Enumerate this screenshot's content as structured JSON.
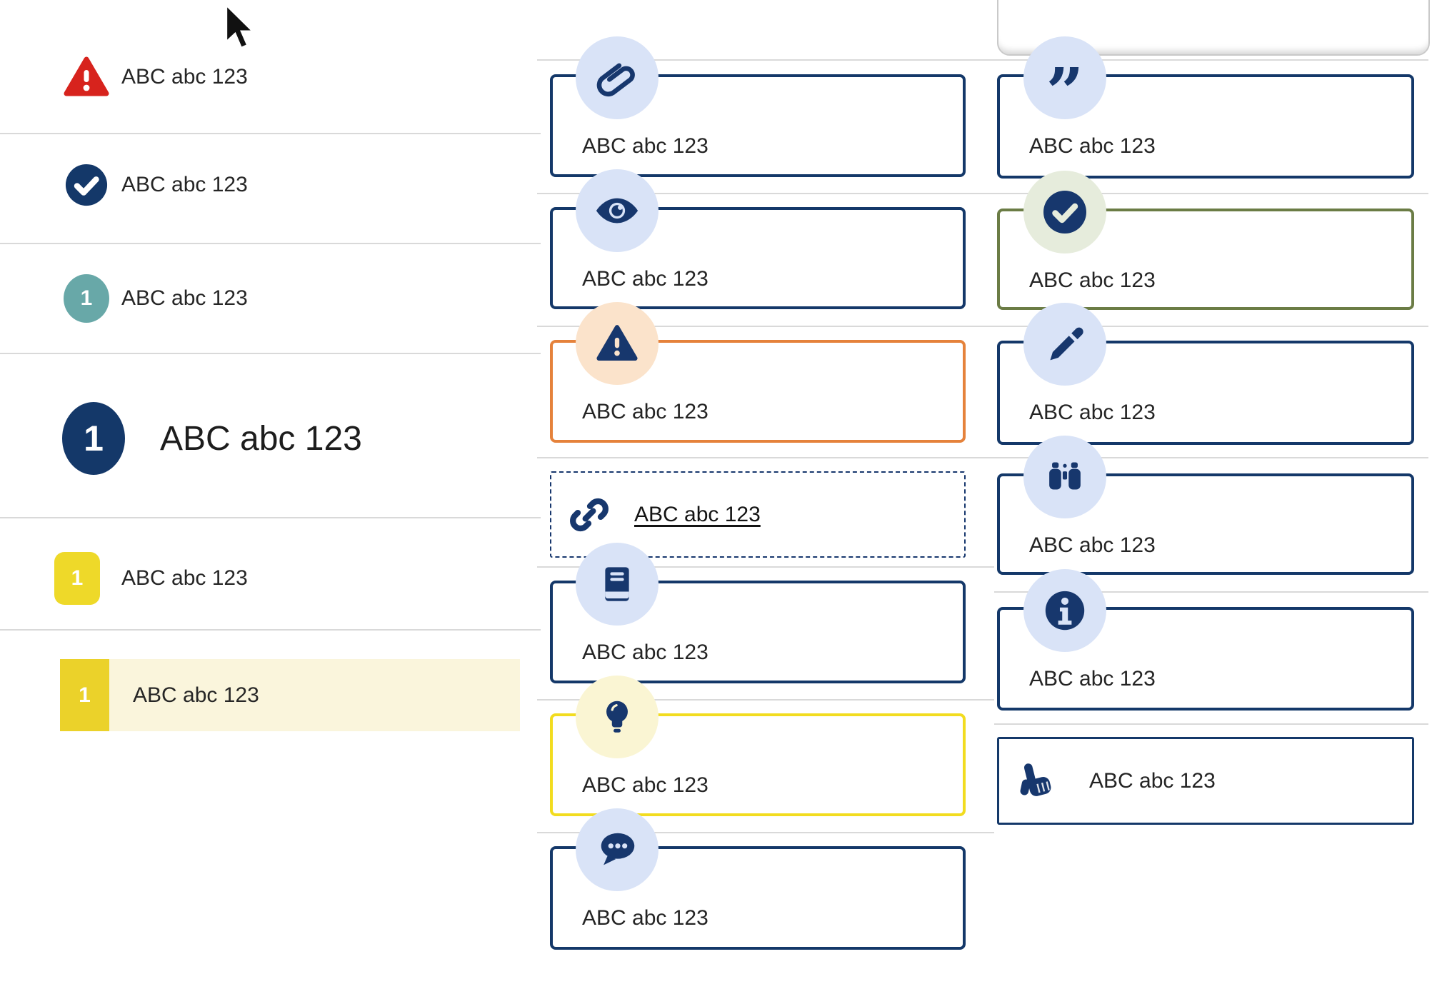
{
  "glyphs": {
    "closing_quotes": "”"
  },
  "colors": {
    "navy": "#143869",
    "icon_navy": "#17376d",
    "orange_border": "#e5823b",
    "yellow_border": "#f2dc1f",
    "olive_border": "#6b7c45",
    "red": "#d7231d",
    "teal_badge": "#68a8a8",
    "yellow_badge": "#eed929",
    "highlight_row": "#faf5dc",
    "icon_circle_blue": "#d9e3f7",
    "icon_circle_peach": "#fbe3cb",
    "icon_circle_pale_yellow": "#faf5d3",
    "icon_circle_pale_green": "#e6ecdc",
    "separator": "#d9d9d9"
  },
  "left_list": {
    "items": [
      {
        "icon": "alert-triangle-icon",
        "label": "ABC abc 123"
      },
      {
        "icon": "check-circle-icon",
        "label": "ABC abc 123"
      },
      {
        "icon": "number-badge-teal",
        "badge": "1",
        "label": "ABC abc 123"
      },
      {
        "icon": "number-badge-navy-large",
        "badge": "1",
        "label": "ABC abc 123"
      },
      {
        "icon": "number-badge-yellow",
        "badge": "1",
        "label": "ABC abc 123"
      },
      {
        "icon": "number-badge-yellow-highlight",
        "badge": "1",
        "label": "ABC abc 123"
      }
    ]
  },
  "middle_cards": [
    {
      "icon": "paperclip-icon",
      "variant": "navy",
      "label": "ABC abc 123"
    },
    {
      "icon": "eye-icon",
      "variant": "navy",
      "label": "ABC abc 123"
    },
    {
      "icon": "alert-triangle-icon",
      "variant": "orange",
      "label": "ABC abc 123"
    },
    {
      "icon": "link-icon",
      "variant": "dashed-link",
      "label": "ABC abc 123"
    },
    {
      "icon": "book-icon",
      "variant": "navy",
      "label": "ABC abc 123"
    },
    {
      "icon": "lightbulb-icon",
      "variant": "yellow",
      "label": "ABC abc 123"
    },
    {
      "icon": "chat-icon",
      "variant": "navy",
      "label": "ABC abc 123"
    }
  ],
  "right_cards": [
    {
      "icon": "quote-icon",
      "variant": "navy",
      "label": "ABC abc 123"
    },
    {
      "icon": "check-circle-icon",
      "variant": "olive",
      "label": "ABC abc 123"
    },
    {
      "icon": "pencil-icon",
      "variant": "navy",
      "label": "ABC abc 123"
    },
    {
      "icon": "binoculars-icon",
      "variant": "navy",
      "label": "ABC abc 123"
    },
    {
      "icon": "info-icon",
      "variant": "navy",
      "label": "ABC abc 123"
    },
    {
      "icon": "hand-pointer-icon",
      "variant": "navy-thin",
      "label": "ABC abc 123"
    }
  ]
}
